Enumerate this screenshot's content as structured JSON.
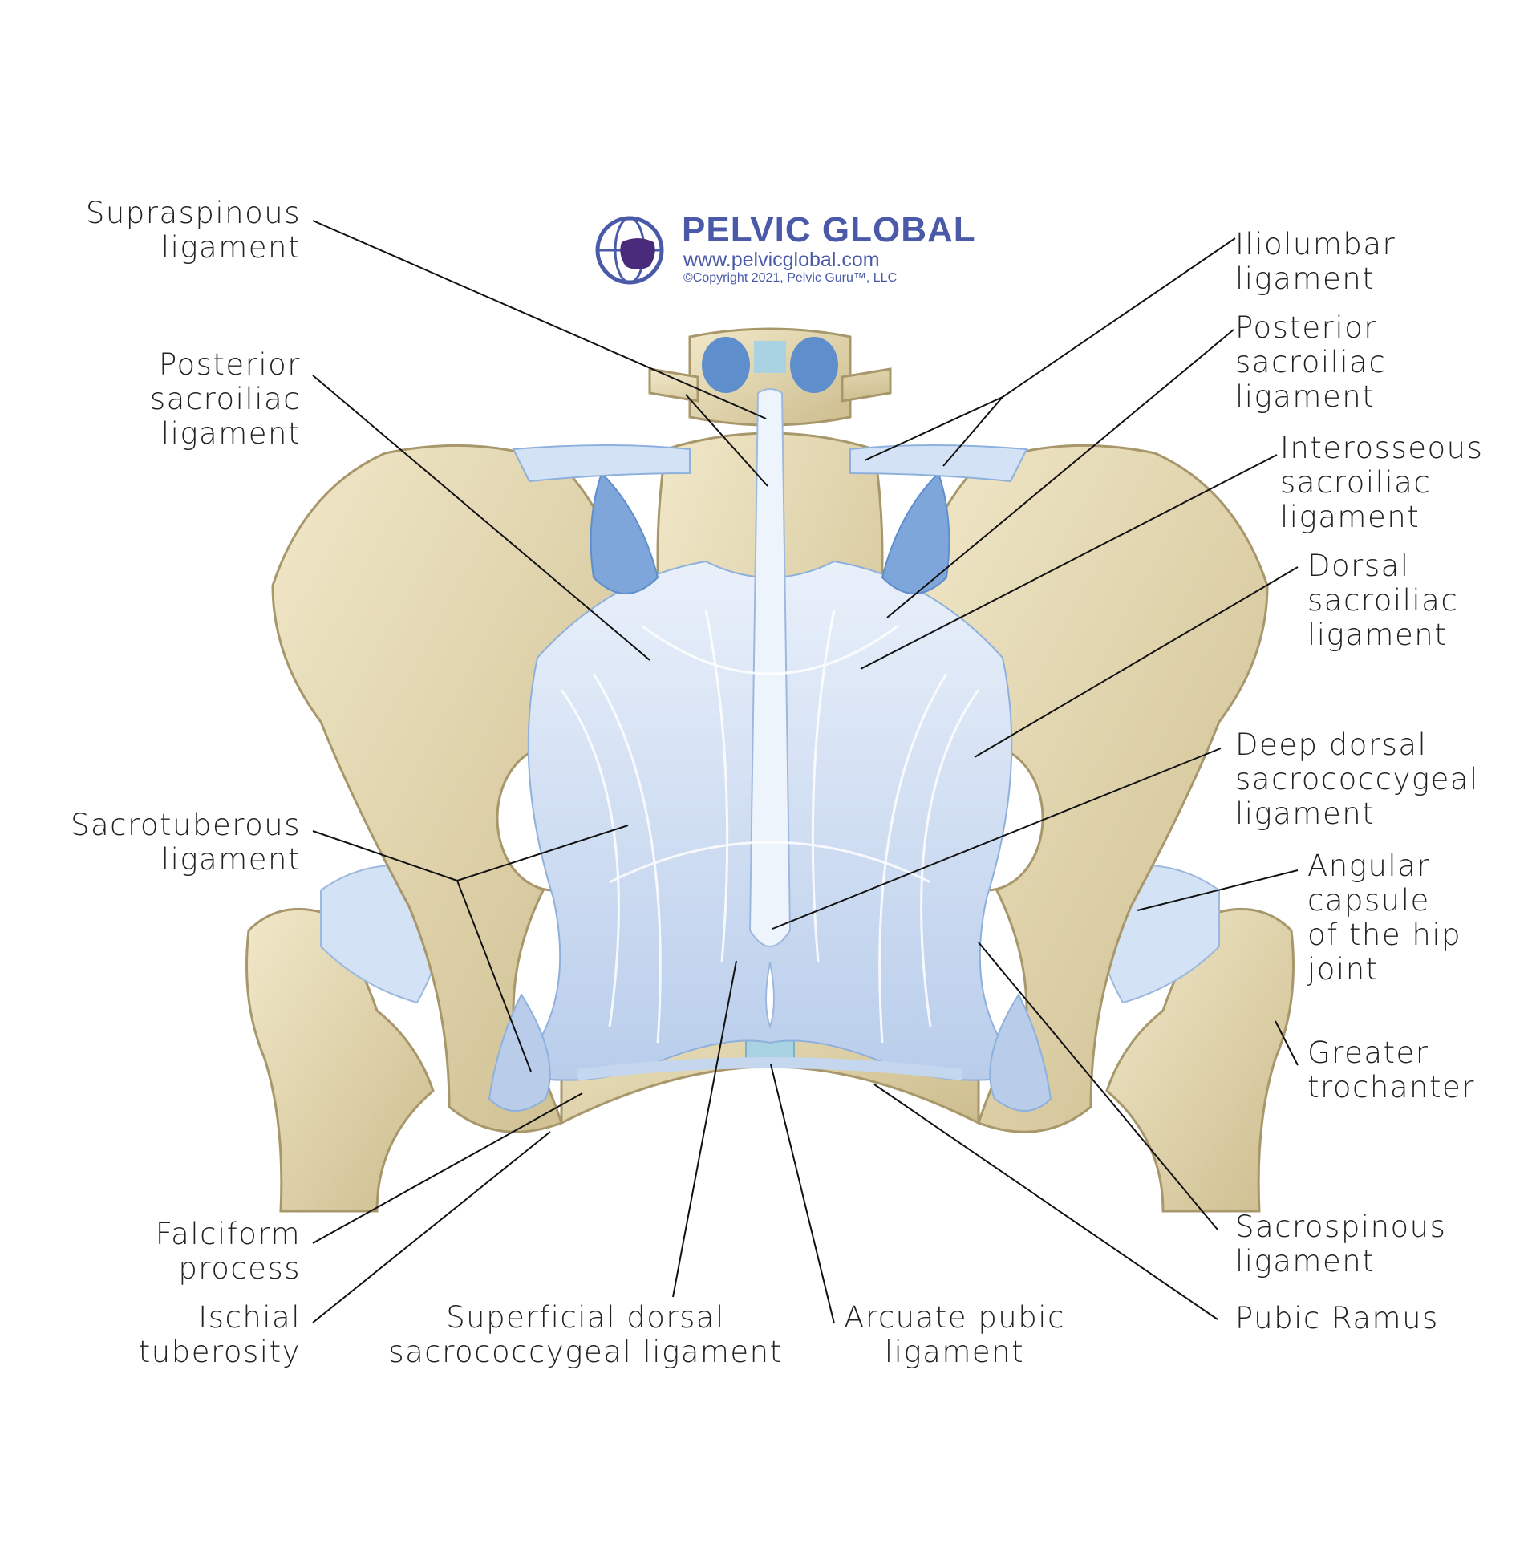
{
  "logo": {
    "brand": "PELVIC GLOBAL",
    "url": "www.pelvicglobal.com",
    "copyright": "©Copyright 2021, Pelvic Guru™, LLC"
  },
  "colors": {
    "bone": "#e4d8b4",
    "bone_shade": "#c9b98a",
    "bone_outline": "#a8976a",
    "ligament": "#c5d7ef",
    "ligament_light": "#e6eef9",
    "ligament_dark": "#5e8fcc",
    "leader": "#111111",
    "brand": "#4a5aa8"
  },
  "labels": {
    "supraspinous": [
      "Supraspinous",
      "ligament"
    ],
    "posterior_si_left": [
      "Posterior",
      "sacroiliac",
      "ligament"
    ],
    "sacrotuberous": [
      "Sacrotuberous",
      "ligament"
    ],
    "falciform": [
      "Falciform",
      "process"
    ],
    "ischial": [
      "Ischial",
      "tuberosity"
    ],
    "superficial_dorsal": [
      "Superficial dorsal",
      "sacrococcygeal ligament"
    ],
    "arcuate": [
      "Arcuate pubic",
      "ligament"
    ],
    "iliolumbar": [
      "Iliolumbar",
      "ligament"
    ],
    "posterior_si_right": [
      "Posterior",
      "sacroiliac",
      "ligament"
    ],
    "interosseous": [
      "Interosseous",
      "sacroiliac",
      "ligament"
    ],
    "dorsal_si": [
      "Dorsal",
      "sacroiliac",
      "ligament"
    ],
    "deep_dorsal": [
      "Deep dorsal",
      "sacrococcygeal",
      "ligament"
    ],
    "angular_capsule": [
      "Angular",
      "capsule",
      "of the hip",
      "joint"
    ],
    "greater_trochanter": [
      "Greater",
      "trochanter"
    ],
    "sacrospinous": [
      "Sacrospinous",
      "ligament"
    ],
    "pubic_ramus": [
      "Pubic Ramus"
    ]
  }
}
